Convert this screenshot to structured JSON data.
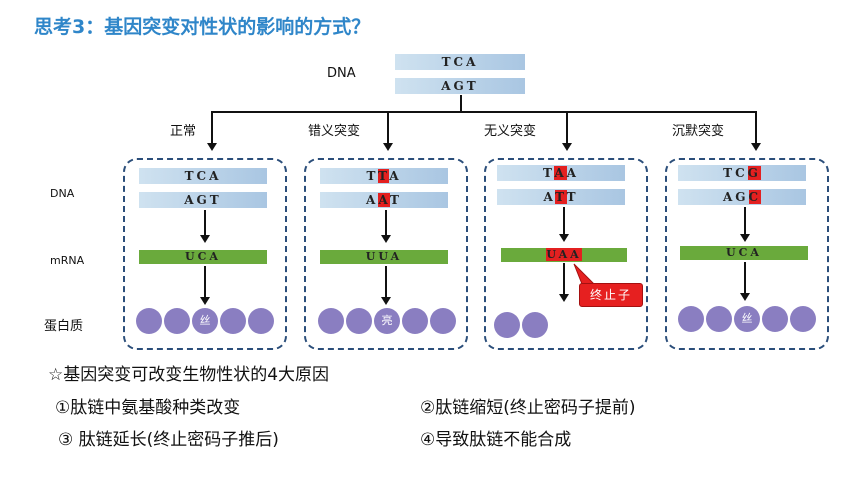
{
  "title": "思考3：基因突变对性状的影响的方式？",
  "top": {
    "dna_label": "DNA",
    "strand_top": "TCA",
    "strand_bottom": "AGT"
  },
  "branches": {
    "normal": "正常",
    "missense": "错义突变",
    "nonsense": "无义突变",
    "silent": "沉默突变"
  },
  "row_labels": {
    "dna": "DNA",
    "mrna": "mRNA",
    "protein": "蛋白质"
  },
  "panels": {
    "normal": {
      "top": "TCA",
      "bottom": "AGT",
      "mrna": "UCA",
      "amino": "丝"
    },
    "missense": {
      "top": [
        "T",
        "T",
        "A"
      ],
      "bottom": [
        "A",
        "A",
        "T"
      ],
      "mrna": "UUA",
      "amino": "亮"
    },
    "nonsense": {
      "top": [
        "T",
        "A",
        "A"
      ],
      "bottom": [
        "A",
        "T",
        "T"
      ],
      "mrna": "UAA",
      "stop_note": "终止子"
    },
    "silent": {
      "top": [
        "T",
        "C",
        "G"
      ],
      "bottom": [
        "A",
        "G",
        "C"
      ],
      "mrna": "UCA",
      "amino": "丝"
    }
  },
  "notes": {
    "heading": "☆基因突变可改变生物性状的4大原因",
    "n1": "①肽链中氨基酸种类改变",
    "n2": "②肽链缩短(终止密码子提前)",
    "n3": "③  肽链延长(终止密码子推后)",
    "n4": "④导致肽链不能合成"
  },
  "colors": {
    "title": "#2f86c9",
    "box_border": "#2b4e7a",
    "mutation_red": "#e32020",
    "mrna_green": "#6aaa3c",
    "amino_purple": "#8a7ec1"
  }
}
